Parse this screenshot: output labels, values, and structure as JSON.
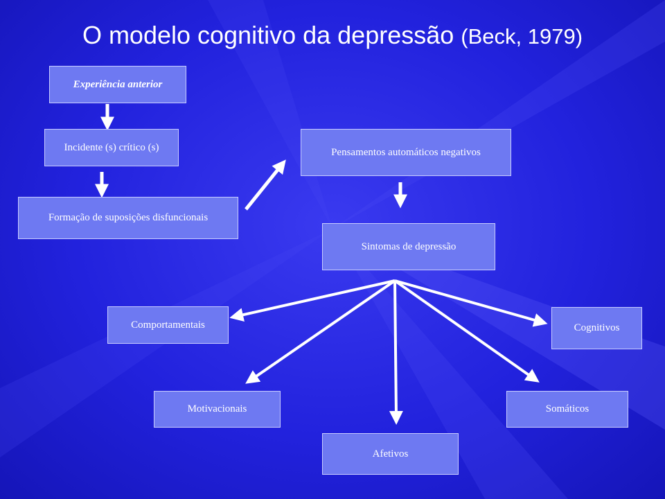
{
  "title": {
    "main": "O modelo cognitivo da depressão",
    "citation": "(Beck, 1979)"
  },
  "nodes": {
    "experiencia": "Experiência anterior",
    "incidente": "Incidente (s) crítico (s)",
    "formacao": "Formação de suposições disfuncionais",
    "pensamentos": "Pensamentos automáticos negativos",
    "sintomas": "Sintomas de depressão",
    "comportamentais": "Comportamentais",
    "cognitivos": "Cognitivos",
    "motivacionais": "Motivacionais",
    "somaticos": "Somáticos",
    "afetivos": "Afetivos"
  },
  "colors": {
    "background": "#2222dd",
    "box_fill": "#6e79f2",
    "arrow": "#ffffff"
  }
}
